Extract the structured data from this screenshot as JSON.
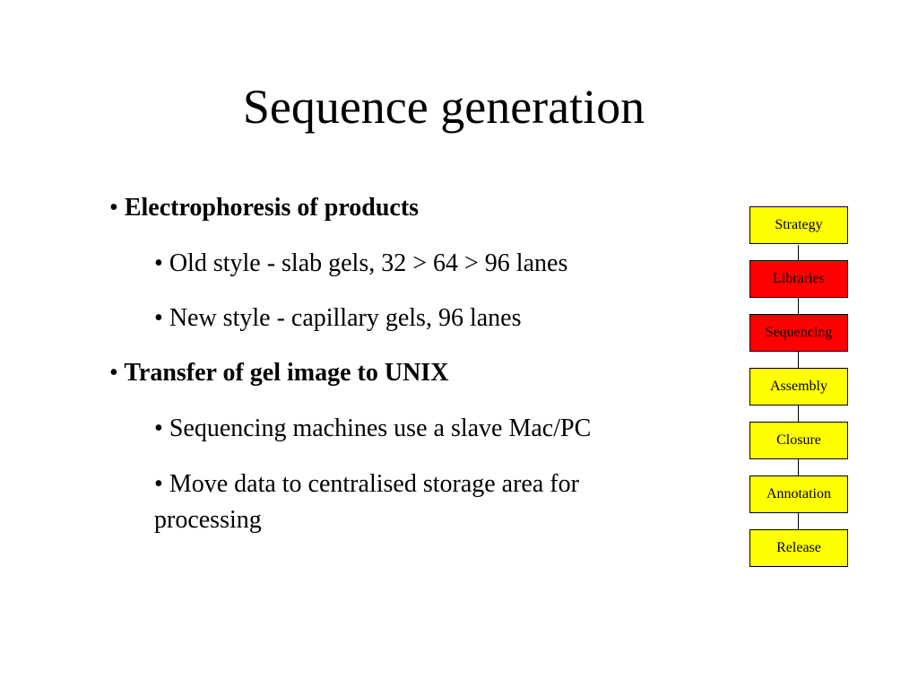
{
  "slide": {
    "title": "Sequence generation",
    "bullets": [
      {
        "level": 1,
        "marker": "•",
        "text": "Electrophoresis of products"
      },
      {
        "level": 2,
        "marker": "•",
        "text": "Old style - slab gels, 32 > 64 > 96 lanes"
      },
      {
        "level": 2,
        "marker": "•",
        "text": "New style - capillary gels, 96 lanes"
      },
      {
        "level": 1,
        "marker": "•",
        "text": "Transfer of gel image to UNIX"
      },
      {
        "level": 2,
        "marker": "•",
        "text": "Sequencing machines use a slave Mac/PC"
      },
      {
        "level": 2,
        "marker": "•",
        "text": "Move data to centralised storage area for processing"
      }
    ]
  },
  "pipeline": {
    "colors": {
      "default": "#ffff00",
      "highlight": "#ff0000",
      "border": "#000000"
    },
    "stages": [
      {
        "label": "Strategy",
        "color": "#ffff00"
      },
      {
        "label": "Libraries",
        "color": "#ff0000"
      },
      {
        "label": "Sequencing",
        "color": "#ff0000"
      },
      {
        "label": "Assembly",
        "color": "#ffff00"
      },
      {
        "label": "Closure",
        "color": "#ffff00"
      },
      {
        "label": "Annotation",
        "color": "#ffff00"
      },
      {
        "label": "Release",
        "color": "#ffff00"
      }
    ]
  }
}
